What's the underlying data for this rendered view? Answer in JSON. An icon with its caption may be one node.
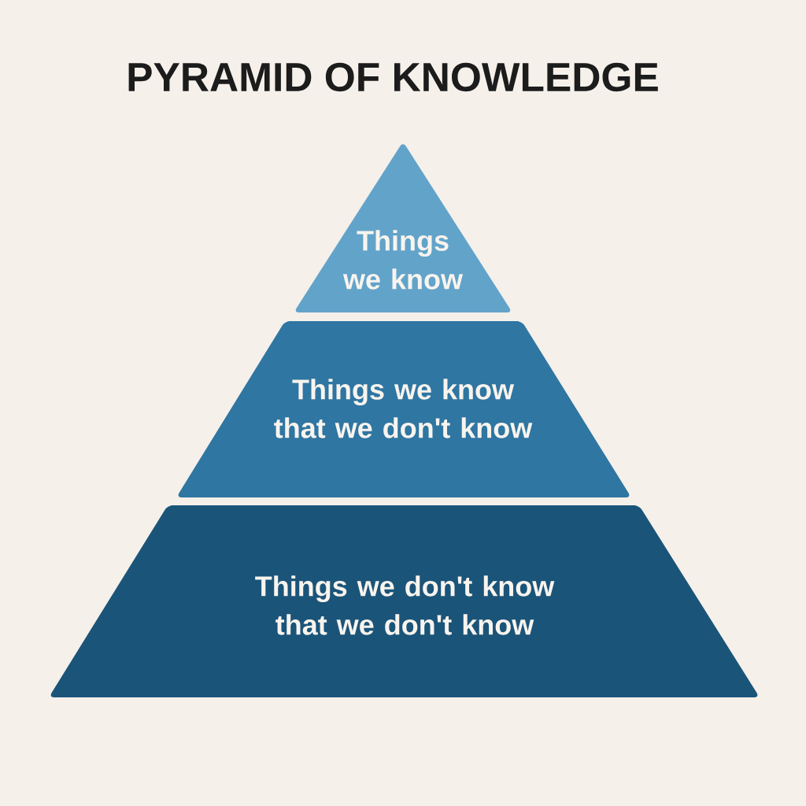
{
  "diagram": {
    "title": "PYRAMID OF KNOWLEDGE",
    "nodes": [
      {
        "text": [
          "Things we know"
        ]
      },
      {
        "text": [
          "Things we know that we don't know"
        ]
      },
      {
        "text": [
          "Things we don't know that we don't know"
        ]
      }
    ]
  }
}
